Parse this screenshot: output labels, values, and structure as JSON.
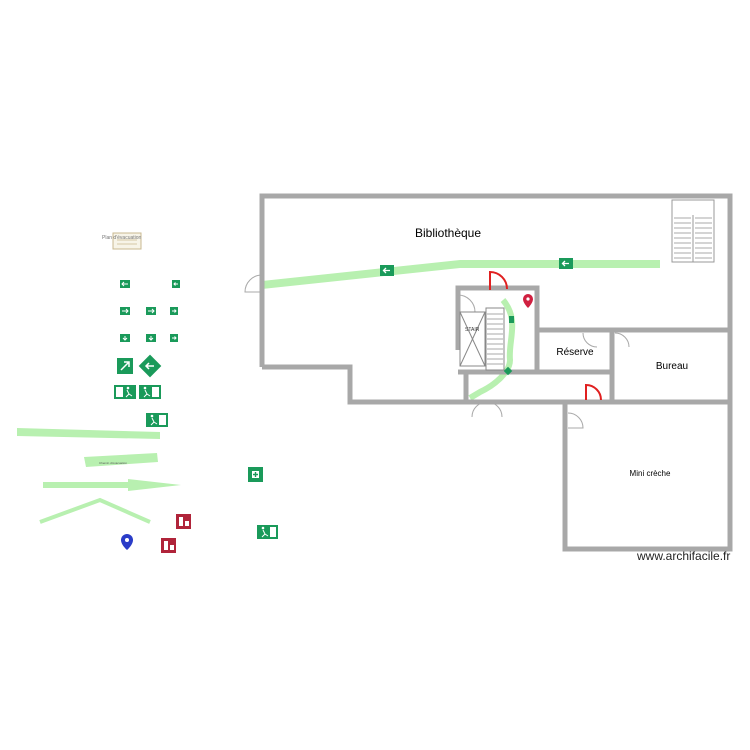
{
  "rooms": {
    "library": "Bibliothèque",
    "storage": "Réserve",
    "office": "Bureau",
    "creche": "Mini crèche",
    "stair_tag": "STAIR"
  },
  "watermark": "www.archifacile.fr",
  "legend": {
    "sign_caption": "Plan d'évacuation",
    "arrow_caption": "Chemin d'évacuation"
  },
  "colors": {
    "wall": "#a8a8a8",
    "evac_path": "#b8f0b0",
    "exit_green": "#1a9a5a",
    "fire_red": "#b0243a",
    "door_red": "#e02020",
    "assembly_blue": "#2a3cc8"
  },
  "icons": {
    "exit_sign": "exit-arrow-sign-icon",
    "running_man": "emergency-exit-runner-icon",
    "extinguisher": "fire-extinguisher-icon",
    "first_aid": "first-aid-icon",
    "you_are_here": "location-pin-icon"
  }
}
